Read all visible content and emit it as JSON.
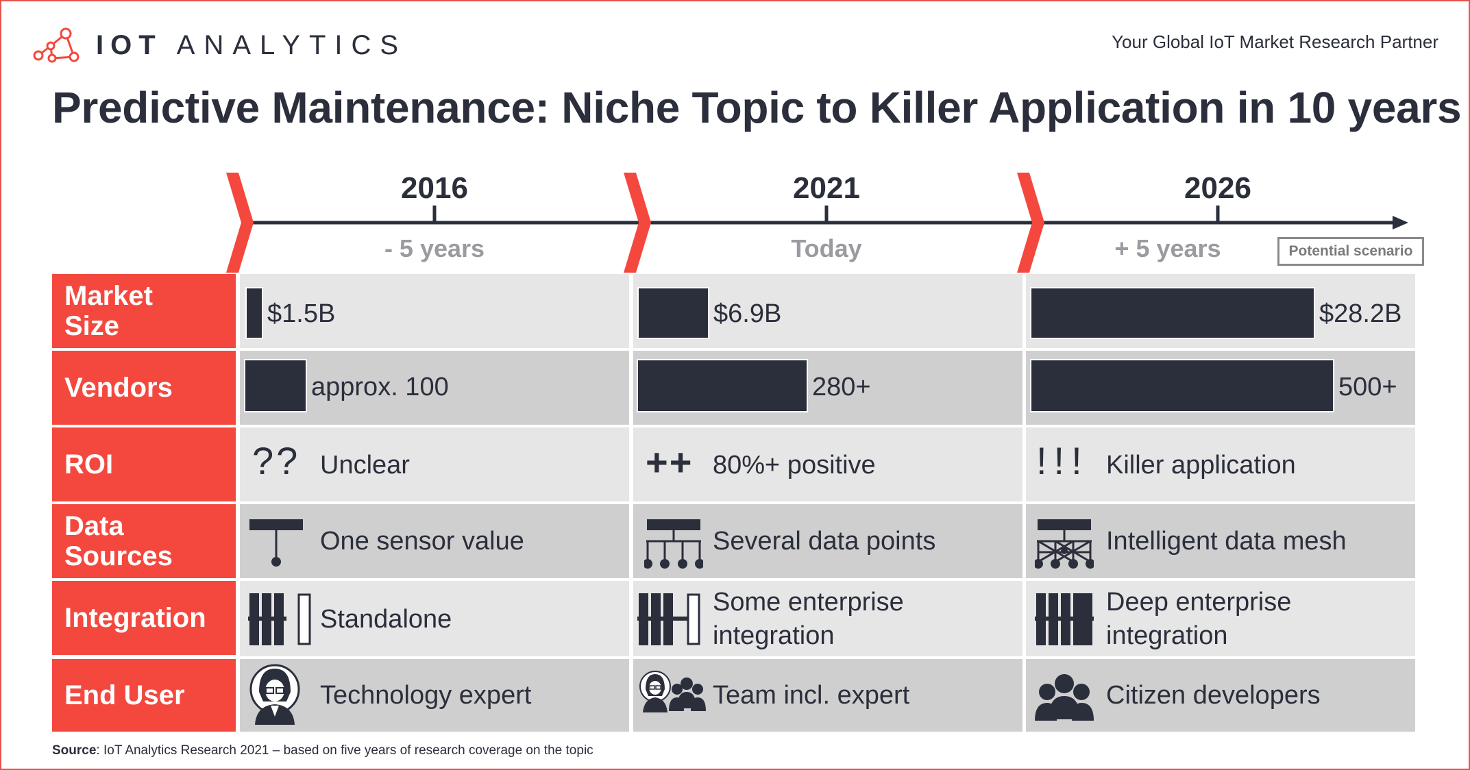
{
  "brand": {
    "logo_bold": "IOT",
    "logo_light": "ANALYTICS",
    "tagline": "Your Global IoT Market Research Partner"
  },
  "title": "Predictive Maintenance: Niche Topic to Killer Application in 10 years",
  "timeline": [
    {
      "year": "2016",
      "relative": "- 5 years"
    },
    {
      "year": "2021",
      "relative": "Today"
    },
    {
      "year": "2026",
      "relative": "+ 5 years",
      "note": "Potential scenario"
    }
  ],
  "rows": [
    {
      "label": "Market Size",
      "cells": [
        {
          "text": "$1.5B",
          "value": 1.5
        },
        {
          "text": "$6.9B",
          "value": 6.9
        },
        {
          "text": "$28.2B",
          "value": 28.2
        }
      ]
    },
    {
      "label": "Vendors",
      "cells": [
        {
          "text": "approx. 100",
          "value": 100
        },
        {
          "text": "280+",
          "value": 280
        },
        {
          "text": "500+",
          "value": 500
        }
      ]
    },
    {
      "label": "ROI",
      "cells": [
        {
          "symbol": "??",
          "text": "Unclear"
        },
        {
          "symbol": "++",
          "text": "80%+ positive"
        },
        {
          "symbol": "!!!",
          "text": "Killer application"
        }
      ]
    },
    {
      "label": "Data Sources",
      "cells": [
        {
          "icon": "single-sensor-icon",
          "text": "One sensor value"
        },
        {
          "icon": "multi-sensor-icon",
          "text": "Several data points"
        },
        {
          "icon": "data-mesh-icon",
          "text": "Intelligent data mesh"
        }
      ]
    },
    {
      "label": "Integration",
      "cells": [
        {
          "icon": "integration-standalone-icon",
          "text": "Standalone"
        },
        {
          "icon": "integration-partial-icon",
          "text_line1": "Some enterprise",
          "text_line2": "integration"
        },
        {
          "icon": "integration-full-icon",
          "text_line1": "Deep enterprise",
          "text_line2": "integration"
        }
      ]
    },
    {
      "label": "End User",
      "cells": [
        {
          "icon": "expert-person-icon",
          "text": "Technology expert"
        },
        {
          "icon": "team-with-expert-icon",
          "text": "Team incl. expert"
        },
        {
          "icon": "citizen-group-icon",
          "text": "Citizen developers"
        }
      ]
    }
  ],
  "source": {
    "label": "Source",
    "text": ": IoT Analytics Research 2021 – based on five years of research coverage on the topic"
  },
  "colors": {
    "accent": "#f4483e",
    "dark": "#2b2e3b",
    "cell_light": "#e6e6e6",
    "cell_dark": "#cfcfd0"
  }
}
